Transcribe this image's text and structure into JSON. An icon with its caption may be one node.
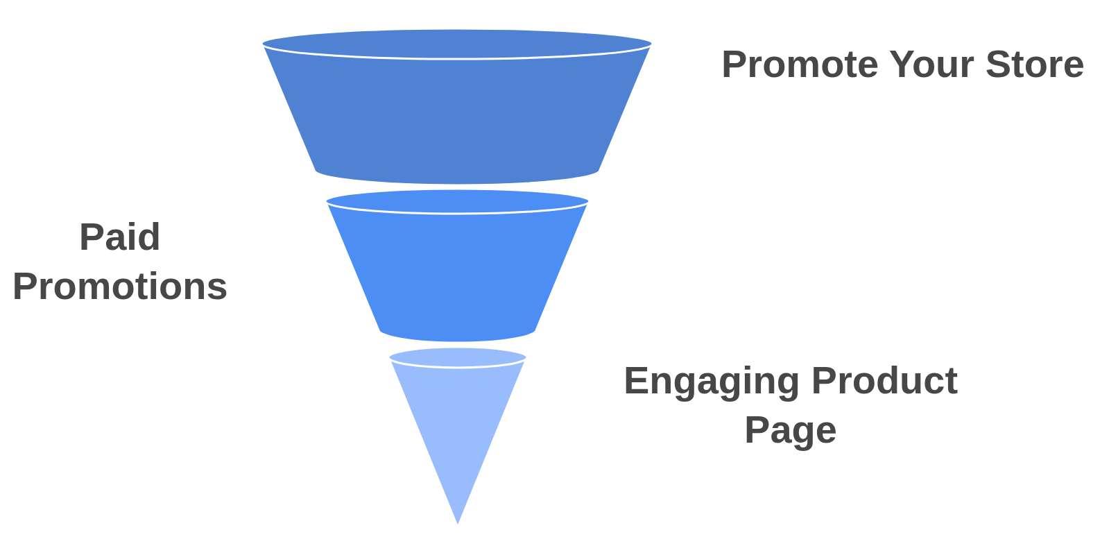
{
  "diagram": {
    "nodes": [
      {
        "text": [],
        "shape": "trapezoid"
      },
      {
        "text": [],
        "shape": "trapezoid"
      },
      {
        "text": [],
        "shape": "triangle"
      }
    ],
    "labels": [
      "Promote Your Store",
      "Paid Promotions",
      "Engaging Product Page"
    ]
  }
}
